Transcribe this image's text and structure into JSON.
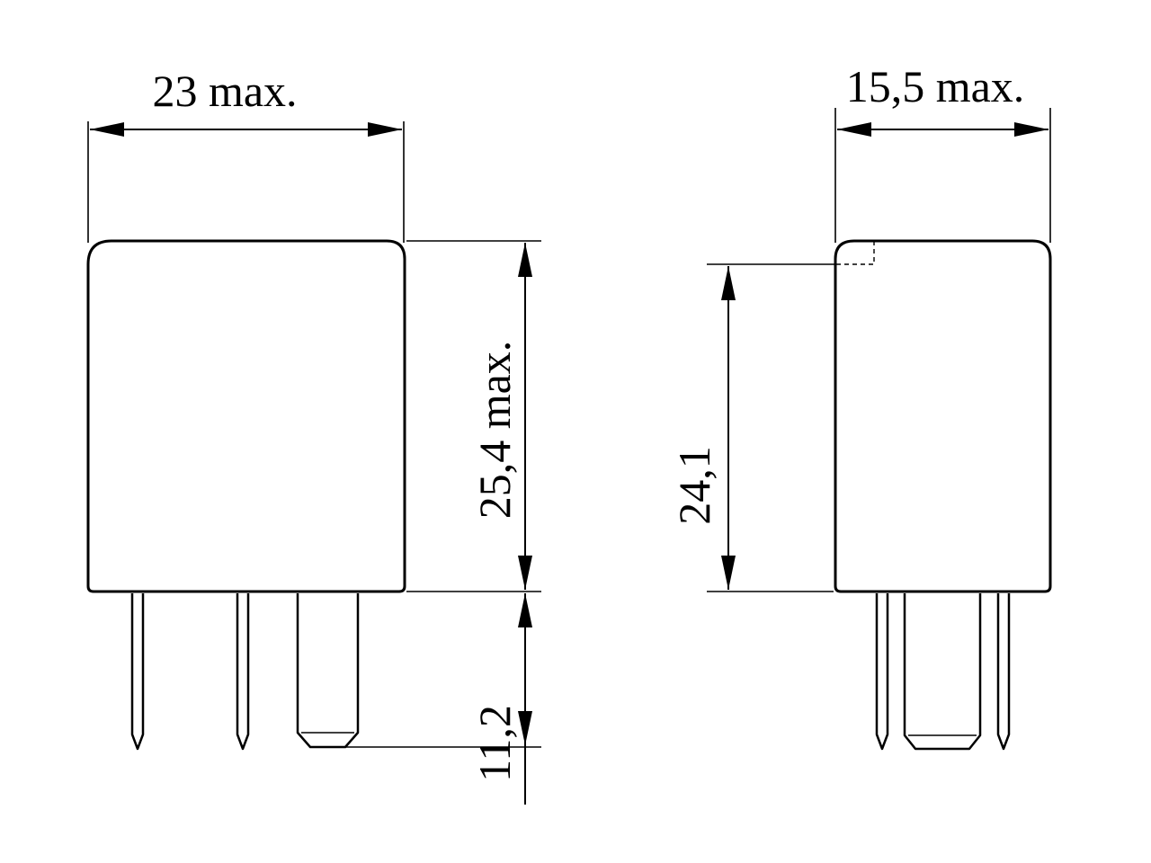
{
  "dimensions": {
    "width_front": "23 max.",
    "width_side": "15,5 max.",
    "height_front": "25,4 max.",
    "height_side": "24,1",
    "pin_length": "11,2"
  },
  "colors": {
    "line": "#000000",
    "background": "#ffffff"
  }
}
